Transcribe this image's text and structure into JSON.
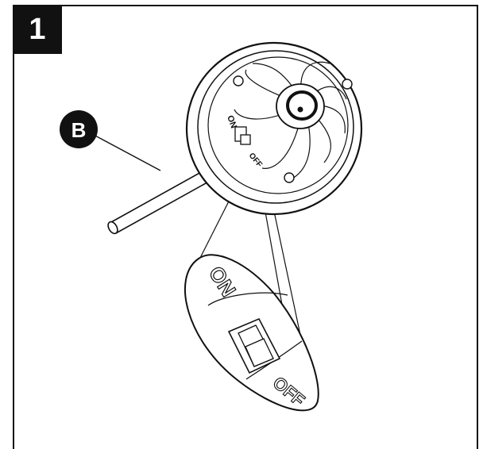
{
  "step": {
    "number": "1"
  },
  "callout": {
    "letter": "B"
  },
  "switch": {
    "on_label": "ON",
    "off_label": "OFF"
  },
  "colors": {
    "ink": "#111111",
    "fill": "#ffffff"
  }
}
